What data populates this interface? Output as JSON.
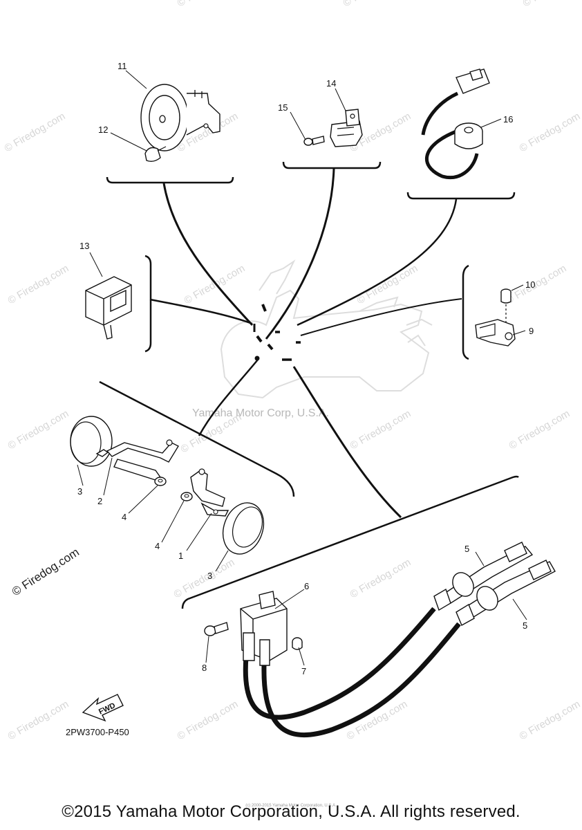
{
  "watermark_text": "© Firedog.com",
  "corp_watermark": "Yamaha Motor Corp, U.S.A.",
  "diagram_code": "2PW3700-P450",
  "fwd_label": "FWD",
  "fine_print": "(c) 2000-2015 Yamaha Motor Corporation, U.S.A.",
  "copyright": "©2015 Yamaha Motor Corporation, U.S.A. All rights reserved.",
  "callouts": {
    "c1": "1",
    "c2": "2",
    "c3a": "3",
    "c3b": "3",
    "c4a": "4",
    "c4b": "4",
    "c5a": "5",
    "c5b": "5",
    "c6": "6",
    "c7": "7",
    "c8": "8",
    "c9": "9",
    "c10": "10",
    "c11": "11",
    "c12": "12",
    "c13": "13",
    "c14": "14",
    "c15": "15",
    "c16": "16"
  }
}
